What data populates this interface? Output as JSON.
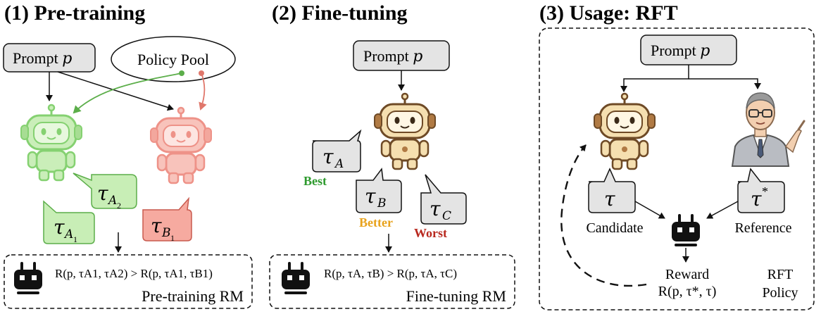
{
  "panels": {
    "pretrain": {
      "title": "(1) Pre-training",
      "prompt": "Prompt",
      "prompt_var": "p",
      "pool": "Policy Pool",
      "tau_a2": "A",
      "tau_a2_sub": "2",
      "tau_a1": "A",
      "tau_a1_sub": "1",
      "tau_b1": "B",
      "tau_b1_sub": "1",
      "formula_left": "R(p, τA1, τA2)",
      "formula_right": "R(p, τA1, τB1)",
      "rm_label": "Pre-training RM"
    },
    "finetune": {
      "title": "(2) Fine-tuning",
      "prompt": "Prompt",
      "prompt_var": "p",
      "tau_a": "A",
      "tau_b": "B",
      "tau_c": "C",
      "best": "Best",
      "better": "Better",
      "worst": "Worst",
      "formula_left": "R(p, τA, τB)",
      "formula_right": "R(p, τA, τC)",
      "rm_label": "Fine-tuning RM"
    },
    "usage": {
      "title": "(3) Usage: RFT",
      "prompt": "Prompt",
      "prompt_var": "p",
      "candidate": "Candidate",
      "reference": "Reference",
      "reward": "Reward",
      "reward_formula": "R(p, τ*, τ)",
      "policy_line1": "RFT",
      "policy_line2": "Policy"
    }
  },
  "colors": {
    "green": "#2e9a2e",
    "orange": "#e8a21c",
    "red": "#b8281e",
    "green_fill": "#c8eeb6",
    "red_fill": "#f6aaa0",
    "gray_fill": "#e4e4e4"
  }
}
